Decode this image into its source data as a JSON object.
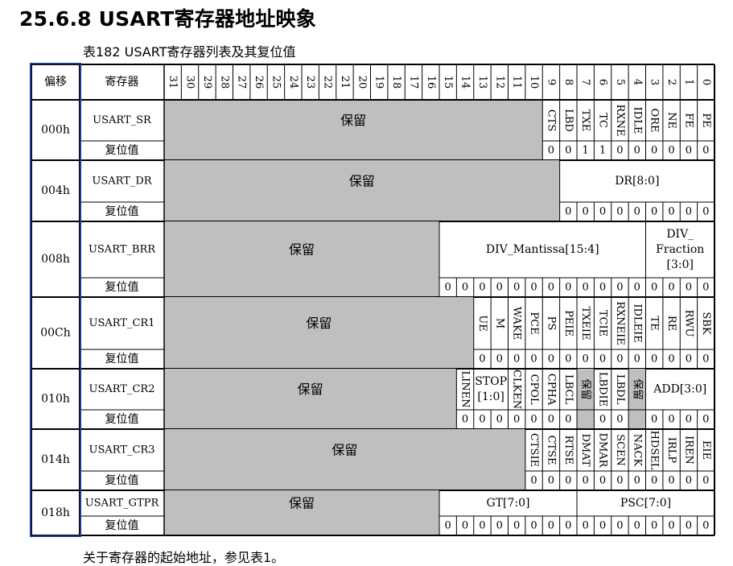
{
  "section_title": "25.6.8 USART寄存器地址映象",
  "table_caption": "表182  USART寄存器列表及其复位值",
  "footnote": "关于寄存器的起始地址，参见表1。",
  "header": {
    "offset": "偏移",
    "register": "寄存器",
    "bits": [
      "31",
      "30",
      "29",
      "28",
      "27",
      "26",
      "25",
      "24",
      "23",
      "22",
      "21",
      "20",
      "19",
      "18",
      "17",
      "16",
      "15",
      "14",
      "13",
      "12",
      "11",
      "10",
      "9",
      "8",
      "7",
      "6",
      "5",
      "4",
      "3",
      "2",
      "1",
      "0"
    ]
  },
  "reset_label": "复位值",
  "reserved_label": "保留",
  "colors": {
    "reserved_fill": "#bfbfbf",
    "frame_blue": "#1f3a8a",
    "border": "#000000"
  },
  "registers": [
    {
      "offset": "000h",
      "name": "USART_SR",
      "reserved_hi": 10,
      "fields": [
        {
          "hi": 9,
          "lo": 9,
          "label": "CTS",
          "vertical": true
        },
        {
          "hi": 8,
          "lo": 8,
          "label": "LBD",
          "vertical": true
        },
        {
          "hi": 7,
          "lo": 7,
          "label": "TXE",
          "vertical": true
        },
        {
          "hi": 6,
          "lo": 6,
          "label": "TC",
          "vertical": true
        },
        {
          "hi": 5,
          "lo": 5,
          "label": "RXNE",
          "vertical": true
        },
        {
          "hi": 4,
          "lo": 4,
          "label": "IDLE",
          "vertical": true
        },
        {
          "hi": 3,
          "lo": 3,
          "label": "ORE",
          "vertical": true
        },
        {
          "hi": 2,
          "lo": 2,
          "label": "NE",
          "vertical": true
        },
        {
          "hi": 1,
          "lo": 1,
          "label": "FE",
          "vertical": true
        },
        {
          "hi": 0,
          "lo": 0,
          "label": "PE",
          "vertical": true
        }
      ],
      "reset": [
        [
          9,
          "0"
        ],
        [
          8,
          "0"
        ],
        [
          7,
          "1"
        ],
        [
          6,
          "1"
        ],
        [
          5,
          "0"
        ],
        [
          4,
          "0"
        ],
        [
          3,
          "0"
        ],
        [
          2,
          "0"
        ],
        [
          1,
          "0"
        ],
        [
          0,
          "0"
        ]
      ]
    },
    {
      "offset": "004h",
      "name": "USART_DR",
      "reserved_hi": 9,
      "fields": [
        {
          "hi": 8,
          "lo": 0,
          "label": "DR[8:0]",
          "vertical": false
        }
      ],
      "reset": [
        [
          8,
          "0"
        ],
        [
          7,
          "0"
        ],
        [
          6,
          "0"
        ],
        [
          5,
          "0"
        ],
        [
          4,
          "0"
        ],
        [
          3,
          "0"
        ],
        [
          2,
          "0"
        ],
        [
          1,
          "0"
        ],
        [
          0,
          "0"
        ]
      ]
    },
    {
      "offset": "008h",
      "name": "USART_BRR",
      "reserved_hi": 16,
      "fields": [
        {
          "hi": 15,
          "lo": 4,
          "label": "DIV_Mantissa[15:4]",
          "vertical": false
        },
        {
          "hi": 3,
          "lo": 0,
          "label": "DIV_|Fraction|[3:0]",
          "vertical": false
        }
      ],
      "reset": [
        [
          15,
          "0"
        ],
        [
          14,
          "0"
        ],
        [
          13,
          "0"
        ],
        [
          12,
          "0"
        ],
        [
          11,
          "0"
        ],
        [
          10,
          "0"
        ],
        [
          9,
          "0"
        ],
        [
          8,
          "0"
        ],
        [
          7,
          "0"
        ],
        [
          6,
          "0"
        ],
        [
          5,
          "0"
        ],
        [
          4,
          "0"
        ],
        [
          3,
          "0"
        ],
        [
          2,
          "0"
        ],
        [
          1,
          "0"
        ],
        [
          0,
          "0"
        ]
      ]
    },
    {
      "offset": "00Ch",
      "name": "USART_CR1",
      "reserved_hi": 14,
      "fields": [
        {
          "hi": 13,
          "lo": 13,
          "label": "UE",
          "vertical": true
        },
        {
          "hi": 12,
          "lo": 12,
          "label": "M",
          "vertical": true
        },
        {
          "hi": 11,
          "lo": 11,
          "label": "WAKE",
          "vertical": true
        },
        {
          "hi": 10,
          "lo": 10,
          "label": "PCE",
          "vertical": true
        },
        {
          "hi": 9,
          "lo": 9,
          "label": "PS",
          "vertical": true
        },
        {
          "hi": 8,
          "lo": 8,
          "label": "PEIE",
          "vertical": true
        },
        {
          "hi": 7,
          "lo": 7,
          "label": "TXEIE",
          "vertical": true
        },
        {
          "hi": 6,
          "lo": 6,
          "label": "TCIE",
          "vertical": true
        },
        {
          "hi": 5,
          "lo": 5,
          "label": "RXNEIE",
          "vertical": true
        },
        {
          "hi": 4,
          "lo": 4,
          "label": "IDLEIE",
          "vertical": true
        },
        {
          "hi": 3,
          "lo": 3,
          "label": "TE",
          "vertical": true
        },
        {
          "hi": 2,
          "lo": 2,
          "label": "RE",
          "vertical": true
        },
        {
          "hi": 1,
          "lo": 1,
          "label": "RWU",
          "vertical": true
        },
        {
          "hi": 0,
          "lo": 0,
          "label": "SBK",
          "vertical": true
        }
      ],
      "reset": [
        [
          13,
          "0"
        ],
        [
          12,
          "0"
        ],
        [
          11,
          "0"
        ],
        [
          10,
          "0"
        ],
        [
          9,
          "0"
        ],
        [
          8,
          "0"
        ],
        [
          7,
          "0"
        ],
        [
          6,
          "0"
        ],
        [
          5,
          "0"
        ],
        [
          4,
          "0"
        ],
        [
          3,
          "0"
        ],
        [
          2,
          "0"
        ],
        [
          1,
          "0"
        ],
        [
          0,
          "0"
        ]
      ]
    },
    {
      "offset": "010h",
      "name": "USART_CR2",
      "reserved_hi": 15,
      "fields": [
        {
          "hi": 14,
          "lo": 14,
          "label": "LINEN",
          "vertical": true
        },
        {
          "hi": 13,
          "lo": 12,
          "label": "STOP|[1:0]",
          "vertical": false
        },
        {
          "hi": 11,
          "lo": 11,
          "label": "CLKEN",
          "vertical": true
        },
        {
          "hi": 10,
          "lo": 10,
          "label": "CPOL",
          "vertical": true
        },
        {
          "hi": 9,
          "lo": 9,
          "label": "CPHA",
          "vertical": true
        },
        {
          "hi": 8,
          "lo": 8,
          "label": "LBCL",
          "vertical": true
        },
        {
          "hi": 7,
          "lo": 7,
          "label": "保留",
          "vertical": true,
          "reserved": true
        },
        {
          "hi": 6,
          "lo": 6,
          "label": "LBDIE",
          "vertical": true
        },
        {
          "hi": 5,
          "lo": 5,
          "label": "LBDL",
          "vertical": true
        },
        {
          "hi": 4,
          "lo": 4,
          "label": "保留",
          "vertical": true,
          "reserved": true
        },
        {
          "hi": 3,
          "lo": 0,
          "label": "ADD[3:0]",
          "vertical": false
        }
      ],
      "reset": [
        [
          14,
          "0"
        ],
        [
          13,
          "0"
        ],
        [
          12,
          "0"
        ],
        [
          11,
          "0"
        ],
        [
          10,
          "0"
        ],
        [
          9,
          "0"
        ],
        [
          8,
          "0"
        ],
        [
          6,
          "0"
        ],
        [
          5,
          "0"
        ],
        [
          3,
          "0"
        ],
        [
          2,
          "0"
        ],
        [
          1,
          "0"
        ],
        [
          0,
          "0"
        ]
      ]
    },
    {
      "offset": "014h",
      "name": "USART_CR3",
      "reserved_hi": 11,
      "fields": [
        {
          "hi": 10,
          "lo": 10,
          "label": "CTSIE",
          "vertical": true
        },
        {
          "hi": 9,
          "lo": 9,
          "label": "CTSE",
          "vertical": true
        },
        {
          "hi": 8,
          "lo": 8,
          "label": "RTSE",
          "vertical": true
        },
        {
          "hi": 7,
          "lo": 7,
          "label": "DMAT",
          "vertical": true
        },
        {
          "hi": 6,
          "lo": 6,
          "label": "DMAR",
          "vertical": true
        },
        {
          "hi": 5,
          "lo": 5,
          "label": "SCEN",
          "vertical": true
        },
        {
          "hi": 4,
          "lo": 4,
          "label": "NACK",
          "vertical": true
        },
        {
          "hi": 3,
          "lo": 3,
          "label": "HDSEL",
          "vertical": true
        },
        {
          "hi": 2,
          "lo": 2,
          "label": "IRLP",
          "vertical": true
        },
        {
          "hi": 1,
          "lo": 1,
          "label": "IREN",
          "vertical": true
        },
        {
          "hi": 0,
          "lo": 0,
          "label": "EIE",
          "vertical": true
        }
      ],
      "reset": [
        [
          10,
          "0"
        ],
        [
          9,
          "0"
        ],
        [
          8,
          "0"
        ],
        [
          7,
          "0"
        ],
        [
          6,
          "0"
        ],
        [
          5,
          "0"
        ],
        [
          4,
          "0"
        ],
        [
          3,
          "0"
        ],
        [
          2,
          "0"
        ],
        [
          1,
          "0"
        ],
        [
          0,
          "0"
        ]
      ]
    },
    {
      "offset": "018h",
      "name": "USART_GTPR",
      "reserved_hi": 16,
      "fields": [
        {
          "hi": 15,
          "lo": 8,
          "label": "GT[7:0]",
          "vertical": false
        },
        {
          "hi": 7,
          "lo": 0,
          "label": "PSC[7:0]",
          "vertical": false
        }
      ],
      "reset": [
        [
          15,
          "0"
        ],
        [
          14,
          "0"
        ],
        [
          13,
          "0"
        ],
        [
          12,
          "0"
        ],
        [
          11,
          "0"
        ],
        [
          10,
          "0"
        ],
        [
          9,
          "0"
        ],
        [
          8,
          "0"
        ],
        [
          7,
          "0"
        ],
        [
          6,
          "0"
        ],
        [
          5,
          "0"
        ],
        [
          4,
          "0"
        ],
        [
          3,
          "0"
        ],
        [
          2,
          "0"
        ],
        [
          1,
          "0"
        ],
        [
          0,
          "0"
        ]
      ]
    }
  ]
}
